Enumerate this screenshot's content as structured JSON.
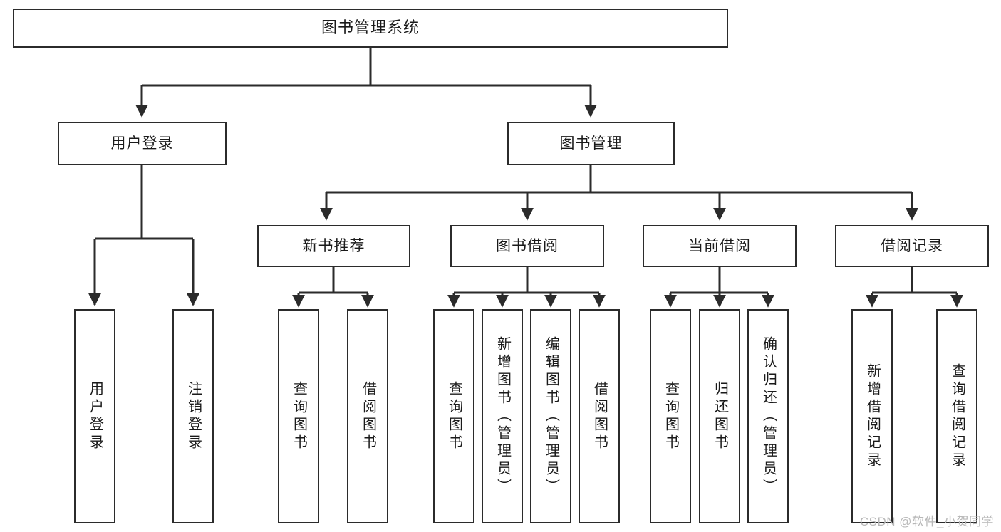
{
  "diagram": {
    "title": "图书管理系统",
    "type": "tree-hierarchy",
    "watermark": "CSDN @软件_小贺同学",
    "root": {
      "id": "root",
      "label": "图书管理系统"
    },
    "level2": [
      {
        "id": "user-login",
        "label": "用户登录"
      },
      {
        "id": "book-manage",
        "label": "图书管理"
      }
    ],
    "level3": [
      {
        "id": "new-book-recommend",
        "label": "新书推荐"
      },
      {
        "id": "book-borrow",
        "label": "图书借阅"
      },
      {
        "id": "current-borrow",
        "label": "当前借阅"
      },
      {
        "id": "borrow-record",
        "label": "借阅记录"
      }
    ],
    "leaves": {
      "user_login": [
        {
          "id": "leaf-user-login",
          "label": "用户登录"
        },
        {
          "id": "leaf-logout-login",
          "label": "注销登录"
        }
      ],
      "new_book_recommend": [
        {
          "id": "leaf-query-book-1",
          "label": "查询图书"
        },
        {
          "id": "leaf-borrow-book-1",
          "label": "借阅图书"
        }
      ],
      "book_borrow": [
        {
          "id": "leaf-query-book-2",
          "label": "查询图书"
        },
        {
          "id": "leaf-add-book",
          "label": "新增图书（管理员）"
        },
        {
          "id": "leaf-edit-book",
          "label": "编辑图书（管理员）"
        },
        {
          "id": "leaf-borrow-book-2",
          "label": "借阅图书"
        }
      ],
      "current_borrow": [
        {
          "id": "leaf-query-book-3",
          "label": "查询图书"
        },
        {
          "id": "leaf-return-book",
          "label": "归还图书"
        },
        {
          "id": "leaf-confirm-return",
          "label": "确认归还（管理员）"
        }
      ],
      "borrow_record": [
        {
          "id": "leaf-add-record",
          "label": "新增借阅记录"
        },
        {
          "id": "leaf-query-record",
          "label": "查询借阅记录"
        }
      ]
    },
    "colors": {
      "stroke": "#2b2b2b",
      "fill": "#ffffff",
      "text": "#1a1a1a",
      "watermark": "#b8b8b8"
    }
  }
}
